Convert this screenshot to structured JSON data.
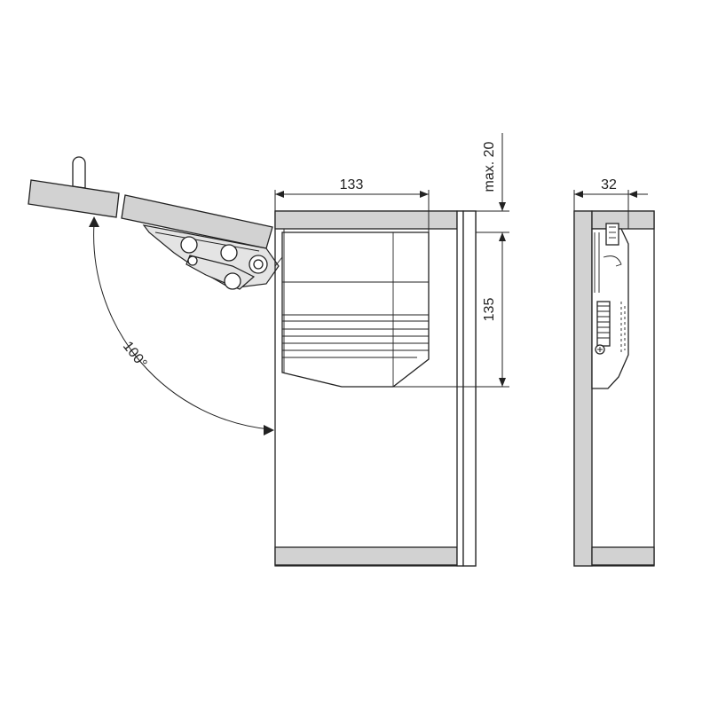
{
  "dimensions": {
    "width_label": "133",
    "max_gap_label": "max. 20",
    "height_label": "135",
    "depth_label": "32",
    "angle_label": "100°"
  },
  "colors": {
    "panel_fill": "#d2d2d2",
    "line": "#222222",
    "background": "#ffffff"
  }
}
